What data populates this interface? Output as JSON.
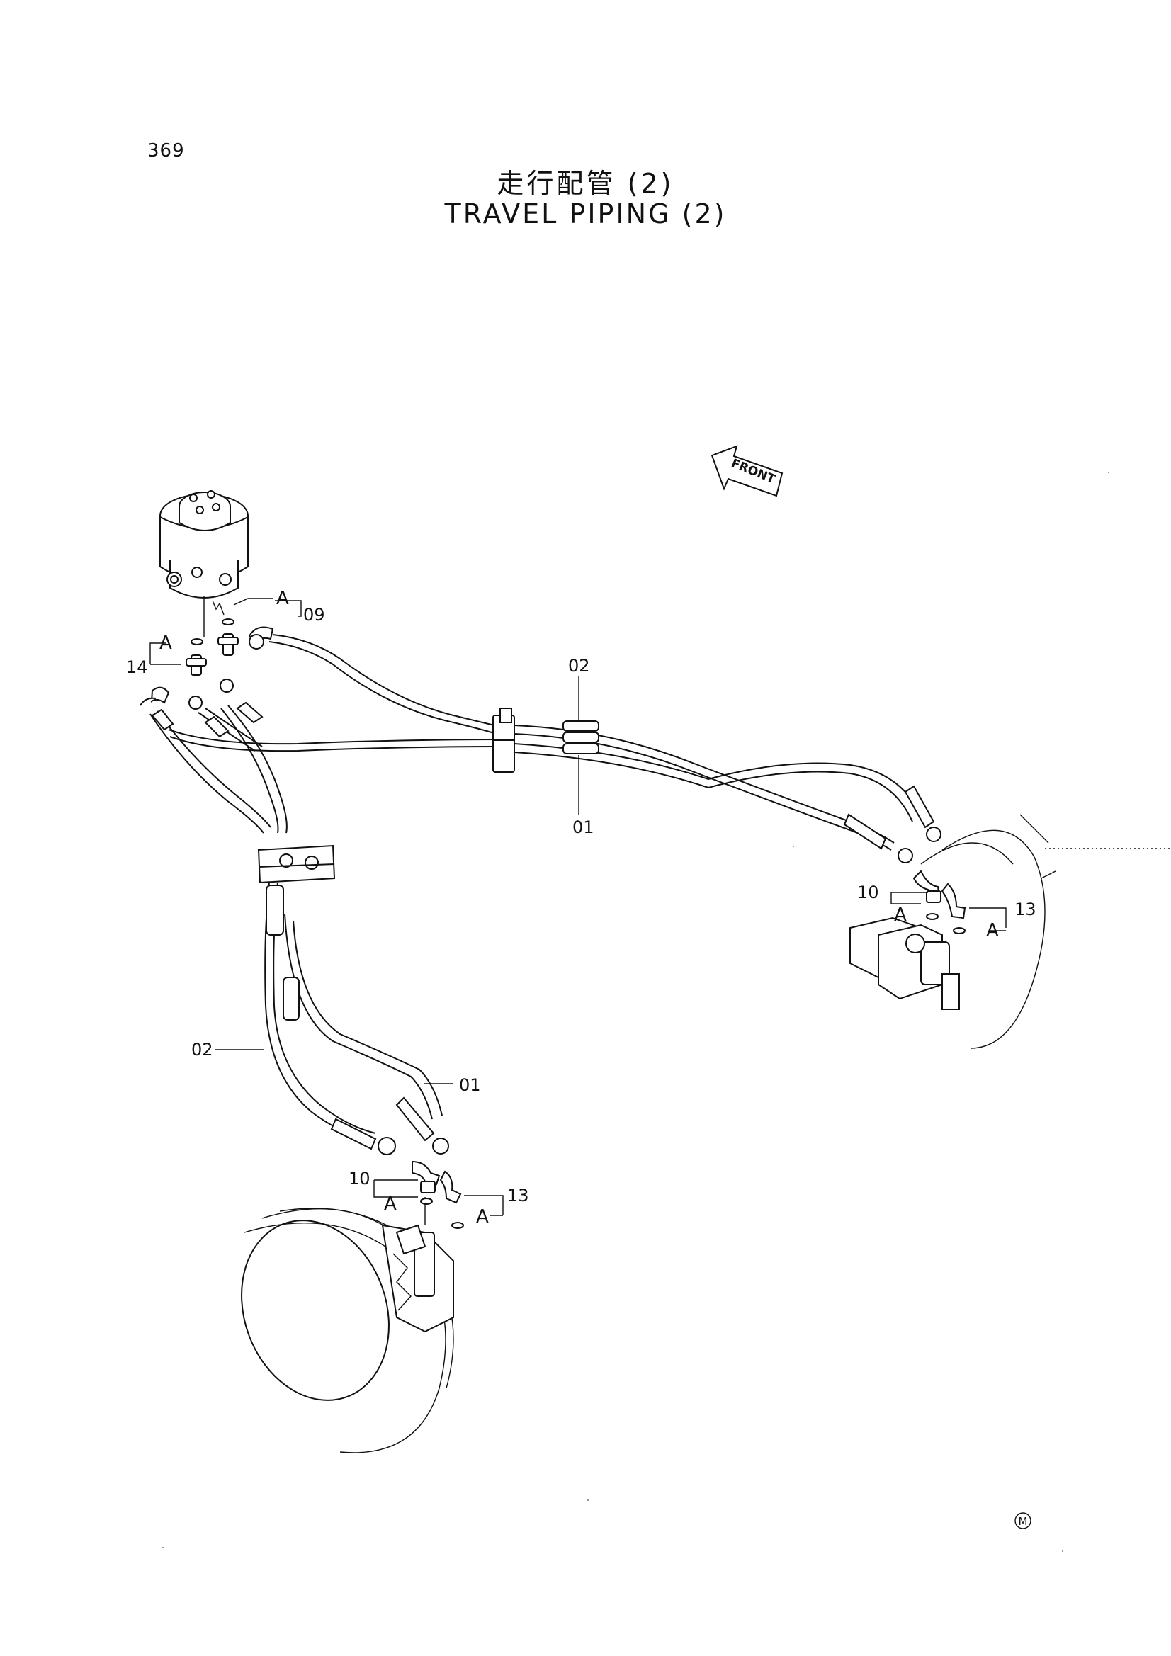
{
  "page": {
    "number": "369",
    "title_jp": "走行配管 (2)",
    "title_en": "TRAVEL PIPING (2)"
  },
  "direction_indicator": {
    "label": "FRONT"
  },
  "callouts": {
    "c09": "09",
    "c14": "14",
    "c02_top": "02",
    "c01_top": "01",
    "c10_right": "10",
    "c13_right": "13",
    "c02_left": "02",
    "c01_left": "01",
    "c10_bottom": "10",
    "c13_bottom": "13"
  },
  "ref_markers": {
    "a1": "A",
    "a2": "A",
    "a3": "A",
    "a4": "A",
    "a5": "A",
    "a6": "A"
  },
  "footer_mark": "M"
}
